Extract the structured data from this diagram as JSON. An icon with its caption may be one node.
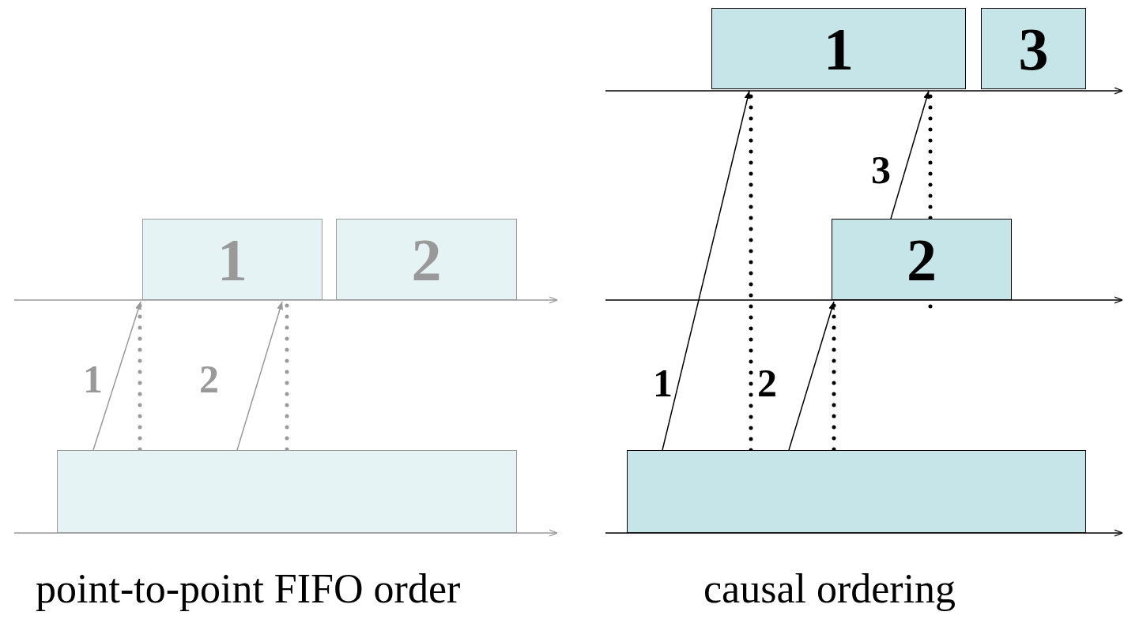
{
  "diagram": {
    "nodes": [
      {
        "text": [],
        "shape": "box"
      },
      {
        "text": [
          "1"
        ]
      },
      {
        "text": [
          "2"
        ]
      },
      {
        "text": [
          "1"
        ]
      },
      {
        "text": [
          "3"
        ]
      },
      {
        "text": [
          "2"
        ]
      },
      {
        "text": [],
        "shape": "box"
      }
    ],
    "edges": [
      {
        "from": 0,
        "to": 1,
        "arrow": "to",
        "label": "1",
        "color": "#999999"
      },
      {
        "from": 0,
        "to": 1,
        "arrow": "to",
        "label": "2",
        "color": "#999999"
      },
      {
        "from": 6,
        "to": 3,
        "arrow": "to",
        "label": "1"
      },
      {
        "from": 6,
        "to": 5,
        "arrow": "to",
        "label": "2"
      },
      {
        "from": 5,
        "to": 3,
        "arrow": "to",
        "label": "3"
      }
    ],
    "labels": [
      "point-to-point FIFO order",
      "causal ordering"
    ]
  }
}
